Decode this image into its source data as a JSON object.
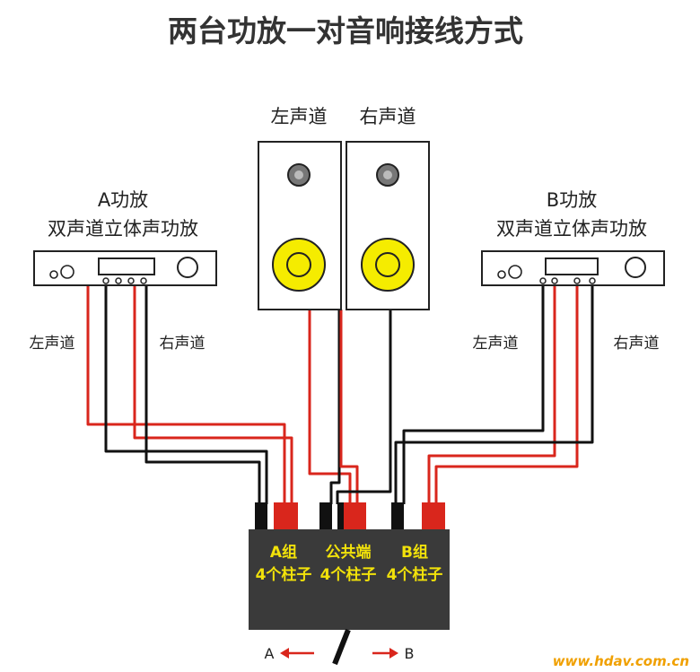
{
  "title": "两台功放一对音响接线方式",
  "amp_a": {
    "line1": "A功放",
    "line2": "双声道立体声功放",
    "left_label": "左声道",
    "right_label": "右声道"
  },
  "amp_b": {
    "line1": "B功放",
    "line2": "双声道立体声功放",
    "left_label": "左声道",
    "right_label": "右声道"
  },
  "speakers": {
    "left_label": "左声道",
    "right_label": "右声道"
  },
  "switch_box": {
    "group_a": {
      "line1": "A组",
      "line2": "4个柱子"
    },
    "common": {
      "line1": "公共端",
      "line2": "4个柱子"
    },
    "group_b": {
      "line1": "B组",
      "line2": "4个柱子"
    },
    "arrow_a": "A",
    "arrow_b": "B"
  },
  "watermark": "www.hdav.com.cn",
  "colors": {
    "red_wire": "#d9261c",
    "black_wire": "#111111",
    "woofer": "#f5ec00",
    "box": "#3a3a3a",
    "label_yellow": "#f2e20a"
  }
}
